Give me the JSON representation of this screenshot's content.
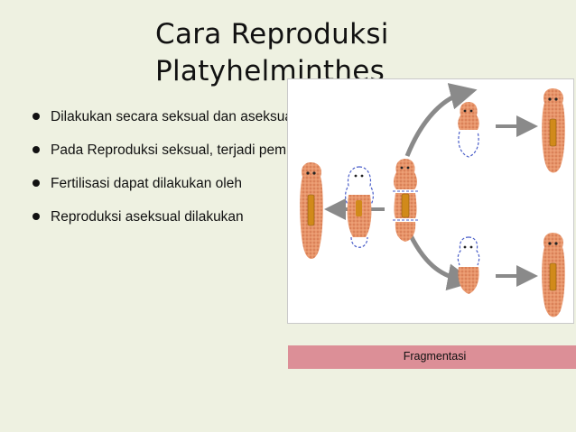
{
  "slide": {
    "title_line1": "Cara Reproduksi",
    "title_line2": "Platyhelminthes",
    "bullets": [
      "Dilakukan secara seksual dan aseksual",
      "Pada Reproduksi seksual, terjadi pembuahan",
      "Fertilisasi dapat dilakukan oleh",
      "Reproduksi aseksual dilakukan"
    ],
    "figure": {
      "caption": "Fragmentasi",
      "icon": "planarian-fragmentation-diagram"
    },
    "colors": {
      "background": "#eef1e1",
      "caption_bar": "#dc8f97",
      "worm_body": "#e8956a",
      "worm_core": "#d18a1a",
      "arrow": "#8a8a8a",
      "regenerating_outline": "#4a5ec9"
    }
  }
}
